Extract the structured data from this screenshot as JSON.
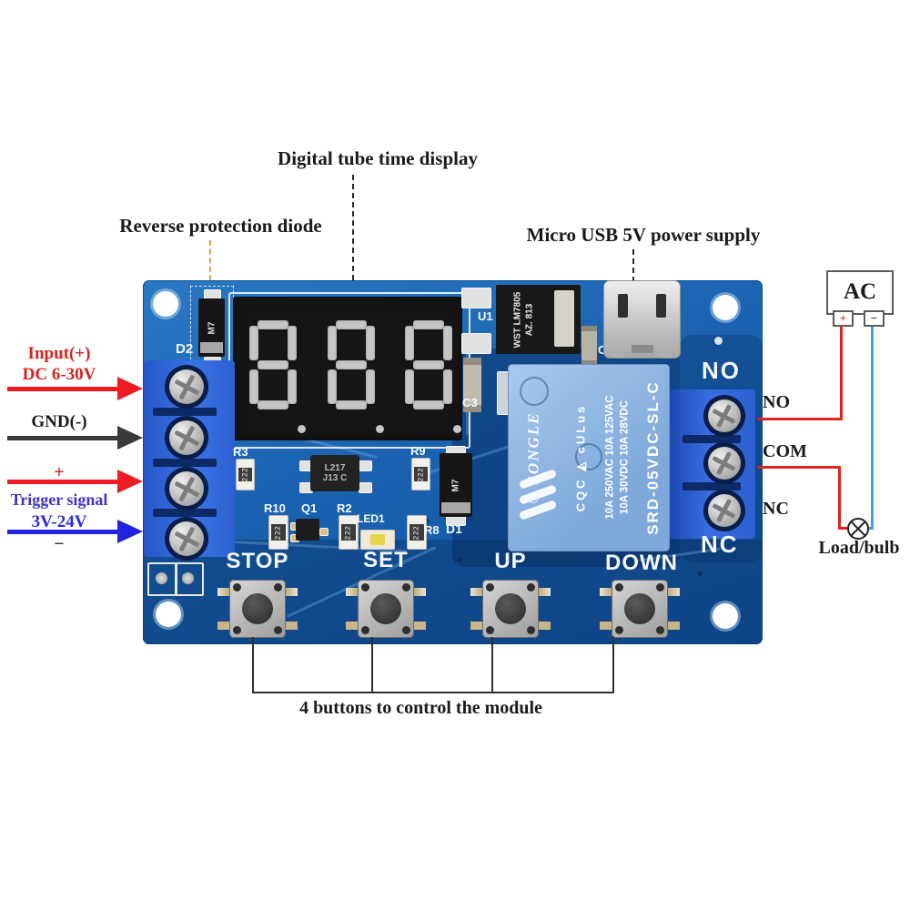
{
  "annotations": {
    "display_label": "Digital tube time display",
    "diode_label": "Reverse protection diode",
    "usb_label": "Micro USB 5V power supply",
    "input_plus": "Input(+)",
    "input_voltage": "DC 6-30V",
    "gnd": "GND(-)",
    "trigger_plus": "+",
    "trigger_name": "Trigger signal",
    "trigger_voltage": "3V-24V",
    "trigger_minus": "−",
    "relay_no": "NO",
    "relay_com": "COM",
    "relay_nc": "NC",
    "ac_label": "AC",
    "ac_plus": "+",
    "ac_minus": "−",
    "load_label": "Load/bulb",
    "buttons_caption": "4 buttons to control the module"
  },
  "board": {
    "silkscreen": {
      "d2": "D2",
      "u1": "U1",
      "c4": "C4",
      "c3": "C3",
      "d1": "D1",
      "no": "NO",
      "nc": "NC",
      "r3": "R3",
      "r9": "R9",
      "r10": "R10",
      "q1": "Q1",
      "r2": "R2",
      "led1": "LED1",
      "r8": "R8"
    },
    "buttons": [
      {
        "label": "STOP"
      },
      {
        "label": "SET"
      },
      {
        "label": "UP"
      },
      {
        "label": "DOWN"
      }
    ],
    "display": {
      "digits": [
        "8",
        "8",
        "8"
      ],
      "state": "unlit"
    },
    "components": {
      "protection_diode_marking": "M7",
      "output_diode_marking": "M7",
      "regulator_marking_line1": "WST LM7805",
      "regulator_marking_line2": "AZ. 813",
      "optocoupler_line1": "L217",
      "optocoupler_line2": "J13 C",
      "resistor_value": "222",
      "relay": {
        "brand_mark": "® SONGLE",
        "cert_mark": "CQC   ◭   cULus",
        "rating_line1": "10A 250VAC  10A 125VAC",
        "rating_line2": "10A 30VDC    10A 28VDC",
        "model": "SRD-05VDC-SL-C"
      }
    }
  },
  "colors": {
    "pcb_blue": "#1a62b0",
    "relay_blue": "#8fb3e0",
    "terminal_blue": "#2c5fd0",
    "wire_red": "#e0241c",
    "wire_blue": "#3fa3dc",
    "arrow_red": "#ed1c24",
    "arrow_black": "#3a3a3a",
    "arrow_blue": "#2222e0",
    "input_text_red": "#d42420",
    "trigger_text_blue": "#4034c8",
    "voltage_text_blue": "#2a2ad8",
    "silkscreen_white": "#f4f8fc",
    "diode_leader_orange": "#dfa04b"
  }
}
